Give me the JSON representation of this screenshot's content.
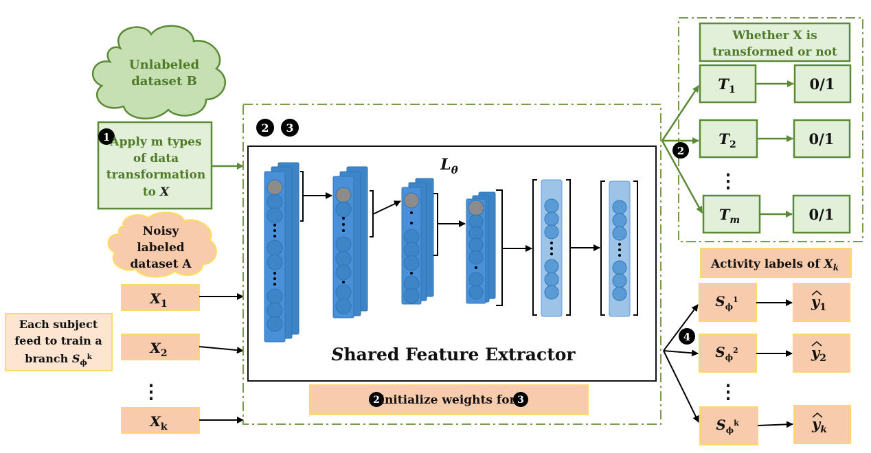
{
  "cloud_b": {
    "line1": "Unlabeled",
    "line2": "dataset B"
  },
  "step1_box": {
    "marker": "1",
    "line1": "Apply m types",
    "line2": "of data",
    "line3": "transformation",
    "line4_prefix": "to ",
    "line4_var": "X"
  },
  "cloud_a": {
    "line1": "Noisy",
    "line2": "labeled",
    "line3": "dataset A"
  },
  "inputs": [
    {
      "label": "X",
      "sub": "1"
    },
    {
      "label": "X",
      "sub": "2"
    },
    {
      "dots": "⋮"
    },
    {
      "label": "X",
      "sub": "k"
    }
  ],
  "subject_box": {
    "line1": "Each subject",
    "line2": "feed to train a",
    "line3_prefix": "branch ",
    "line3_var": "S",
    "line3_sub": "ϕ",
    "line3_sup": "k"
  },
  "extractor": {
    "markers": [
      "2",
      "3"
    ],
    "loss_label": "L",
    "loss_sub": "θ",
    "title_italic": "S",
    "title_rest": "hared Feature Extractor"
  },
  "init_box": {
    "marker_a": "2",
    "text": "initialize weights for",
    "marker_b": "3"
  },
  "pretext": {
    "header_line1": "Whether X is",
    "header_line2": "transformed or not",
    "marker": "2",
    "branches": [
      {
        "label": "T",
        "sub": "1",
        "output": "0/1"
      },
      {
        "label": "T",
        "sub": "2",
        "output": "0/1"
      },
      {
        "dots": "⋮"
      },
      {
        "label": "T",
        "sub": "m",
        "output": "0/1"
      }
    ]
  },
  "downstream": {
    "header_prefix": "Activity labels of ",
    "header_var": "X",
    "header_sub": "k",
    "marker": "4",
    "branches": [
      {
        "label": "S",
        "sub": "ϕ",
        "sup": "1",
        "output": "y",
        "output_sub": "1"
      },
      {
        "label": "S",
        "sub": "ϕ",
        "sup": "2",
        "output": "y",
        "output_sub": "2"
      },
      {
        "dots": "⋮"
      },
      {
        "label": "S",
        "sub": "ϕ",
        "sup": "k",
        "output": "y",
        "output_sub": "k"
      }
    ]
  },
  "colors": {
    "green_border": "#5b8a35",
    "green_fill": "#e2efd9",
    "green_cloud": "#c6e0b4",
    "salmon_fill": "#f8cbad",
    "gold_border": "#ffd966",
    "blue_layer": "#4a90d9",
    "blue_dark": "#2e75b6",
    "light_blue": "#9dc3e6",
    "gray_node": "#8c8c8c"
  }
}
